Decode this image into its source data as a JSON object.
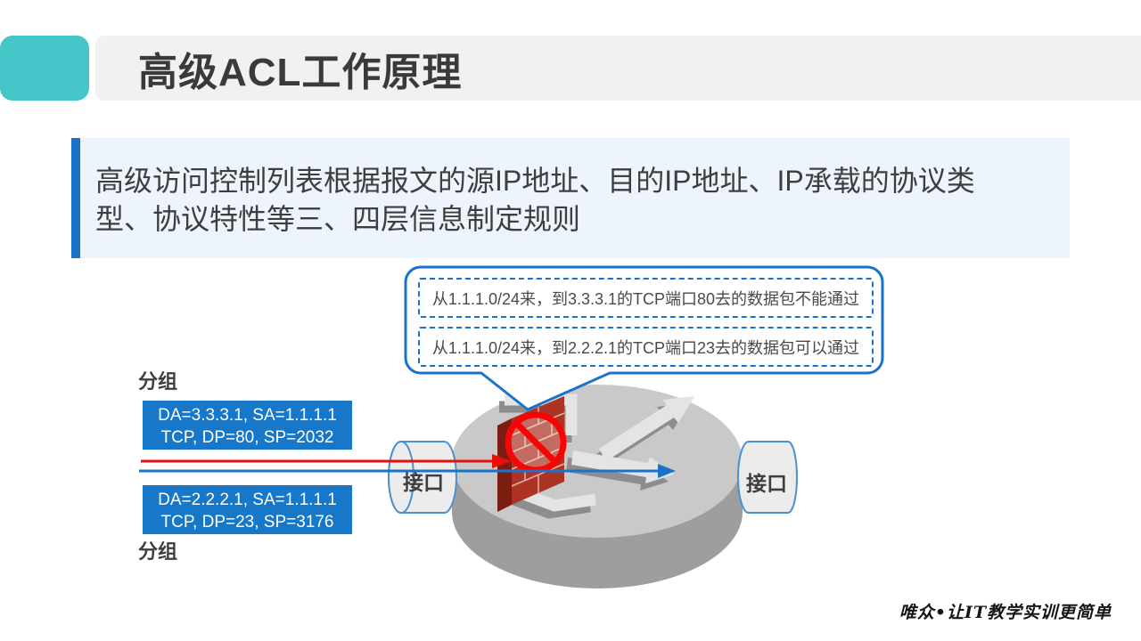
{
  "slide": {
    "title": "高级ACL工作原理",
    "intro": "高级访问控制列表根据报文的源IP地址、目的IP地址、IP承载的协议类型、协议特性等三、四层信息制定规则",
    "callout": {
      "rule_deny": "从1.1.1.0/24来，到3.3.3.1的TCP端口80去的数据包不能通过",
      "rule_permit": "从1.1.1.0/24来，到2.2.2.1的TCP端口23去的数据包可以通过"
    },
    "packets": {
      "label_top": "分组",
      "label_bottom": "分组",
      "packet_denied": {
        "line1": "DA=3.3.3.1, SA=1.1.1.1",
        "line2": "TCP, DP=80, SP=2032"
      },
      "packet_permitted": {
        "line1": "DA=2.2.2.1, SA=1.1.1.1",
        "line2": "TCP, DP=23, SP=3176"
      }
    },
    "router": {
      "interface_left": "接口",
      "interface_right": "接口"
    },
    "watermark": "唯众•让IT教学实训更简单",
    "colors": {
      "accent_teal": "#45c6c8",
      "primary_blue": "#1a73c8",
      "panel_blue_bg": "#edf4fc",
      "packet_box_blue": "#1777c8",
      "alert_red": "#e8100a",
      "firewall_red": "#ad3425"
    }
  }
}
